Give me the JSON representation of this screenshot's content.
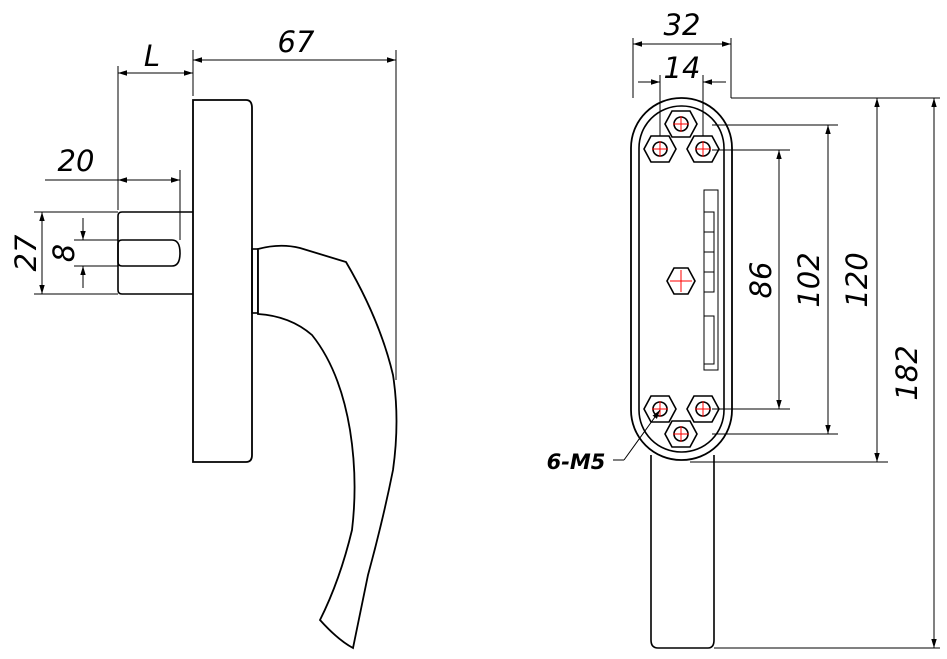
{
  "side_view": {
    "dim_L": "L",
    "dim_67": "67",
    "dim_20": "20",
    "dim_27": "27",
    "dim_8": "8"
  },
  "front_view": {
    "dim_32": "32",
    "dim_14": "14",
    "dim_86": "86",
    "dim_102": "102",
    "dim_120": "120",
    "dim_182": "182",
    "screw_label": "6-M5"
  },
  "colors": {
    "line": "#000000",
    "screw_center": "#ff0000",
    "background": "#ffffff"
  }
}
